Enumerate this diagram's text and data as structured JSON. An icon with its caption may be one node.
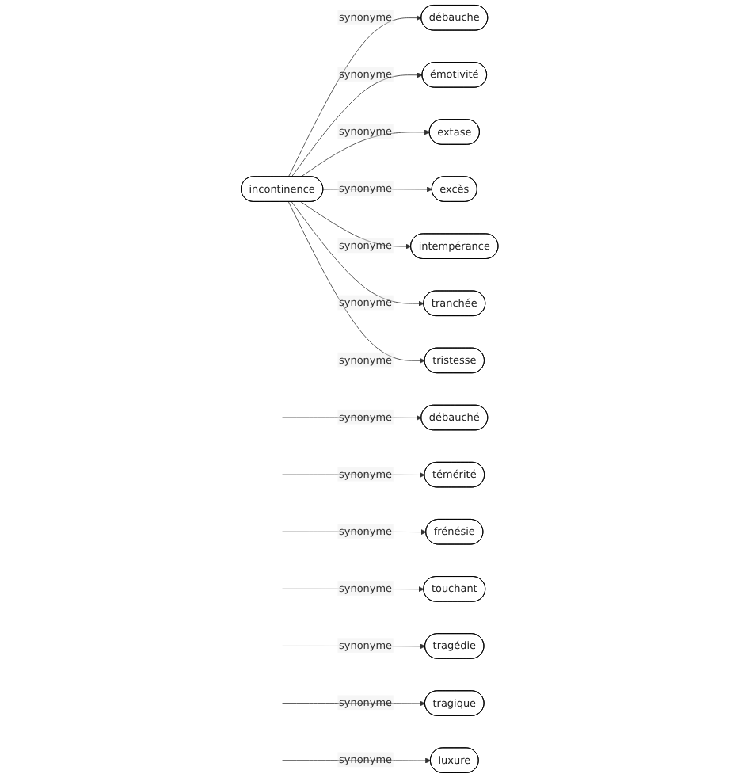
{
  "diagram": {
    "nodes": [
      {
        "text": [
          "incontinence"
        ]
      },
      {
        "text": [
          "débauché"
        ]
      },
      {
        "text": [
          "débauche"
        ]
      },
      {
        "text": [
          "témérité"
        ]
      },
      {
        "text": [
          "émotivité"
        ]
      },
      {
        "text": [
          "frénésie"
        ]
      },
      {
        "text": [
          "extase"
        ]
      },
      {
        "text": [
          "touchant"
        ]
      },
      {
        "text": [
          "excès"
        ]
      },
      {
        "text": [
          "intempérance"
        ]
      },
      {
        "text": [
          "tragédie"
        ]
      },
      {
        "text": [
          "tranchée"
        ]
      },
      {
        "text": [
          "tragique"
        ]
      },
      {
        "text": [
          "tristesse"
        ]
      },
      {
        "text": [
          "luxure"
        ]
      }
    ],
    "edges": [
      {
        "from": null,
        "to": 1,
        "arrow": "to",
        "label": "synonyme"
      },
      {
        "from": 0,
        "to": 2,
        "arrow": "to",
        "label": "synonyme"
      },
      {
        "from": null,
        "to": 3,
        "arrow": "to",
        "label": "synonyme"
      },
      {
        "from": 0,
        "to": 4,
        "arrow": "to",
        "label": "synonyme"
      },
      {
        "from": null,
        "to": 5,
        "arrow": "to",
        "label": "synonyme"
      },
      {
        "from": 0,
        "to": 6,
        "arrow": "to",
        "label": "synonyme"
      },
      {
        "from": null,
        "to": 7,
        "arrow": "to",
        "label": "synonyme"
      },
      {
        "from": 0,
        "to": 8,
        "arrow": "to",
        "label": "synonyme"
      },
      {
        "from": 0,
        "to": 9,
        "arrow": "to",
        "label": "synonyme"
      },
      {
        "from": null,
        "to": 10,
        "arrow": "to",
        "label": "synonyme"
      },
      {
        "from": 0,
        "to": 11,
        "arrow": "to",
        "label": "synonyme"
      },
      {
        "from": null,
        "to": 12,
        "arrow": "to",
        "label": "synonyme"
      },
      {
        "from": 0,
        "to": 13,
        "arrow": "to",
        "label": "synonyme"
      },
      {
        "from": null,
        "to": 14,
        "arrow": "to",
        "label": "synonyme"
      }
    ]
  }
}
